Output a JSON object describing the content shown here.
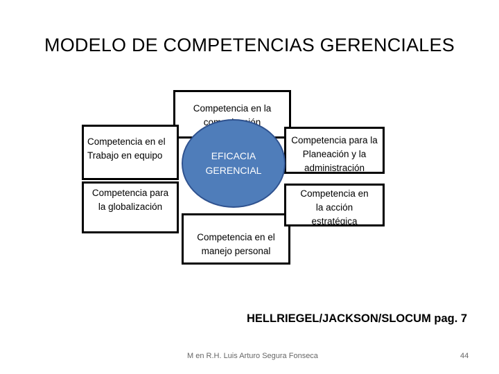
{
  "title": "MODELO DE COMPETENCIAS GERENCIALES",
  "diagram": {
    "center": {
      "line1": "EFICACIA",
      "line2": "GERENCIAL",
      "color": "#4f7dba"
    },
    "boxes": {
      "top": [
        "Competencia en la",
        "comunicación"
      ],
      "left_top": [
        "Competencia en el",
        "Trabajo en equipo"
      ],
      "left_bottom": [
        "Competencia para",
        "la globalización"
      ],
      "bottom": [
        "Competencia en el",
        "manejo personal"
      ],
      "right_top": [
        "Competencia para la",
        "Planeación y la",
        "administración"
      ],
      "right_bottom": [
        "Competencia en",
        "la acción",
        "estratégica"
      ]
    }
  },
  "reference": "HELLRIEGEL/JACKSON/SLOCUM  pag. 7",
  "footer": "M en R.H. Luis Arturo Segura Fonseca",
  "page_number": "44"
}
